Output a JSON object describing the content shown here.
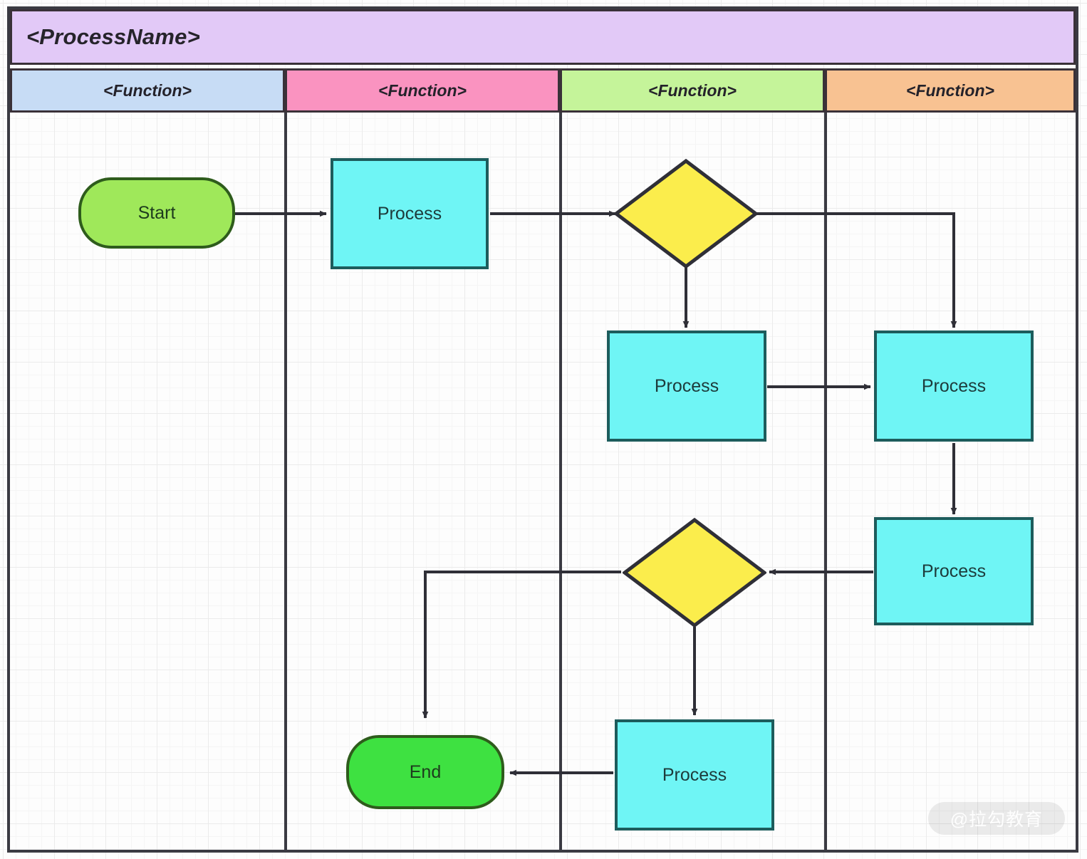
{
  "header": {
    "process_name": "<ProcessName>",
    "process_band_color": "#e2c9f7",
    "functions": [
      {
        "label": "<Function>",
        "color": "#c7dcf5"
      },
      {
        "label": "<Function>",
        "color": "#fa93c0"
      },
      {
        "label": "<Function>",
        "color": "#c5f49a"
      },
      {
        "label": "<Function>",
        "color": "#f8c292"
      }
    ]
  },
  "watermark": {
    "text": "@拉勾教育"
  },
  "palette": {
    "start_fill": "#9fe85a",
    "end_fill": "#3ee141",
    "process_fill": "#6ff5f5",
    "decision_fill": "#fbed4c",
    "line": "#2f2f37",
    "frame": "#3a3a42"
  },
  "chart_data": {
    "type": "diagram",
    "subtype": "swimlane-flowchart",
    "lanes": [
      {
        "id": "lane1",
        "label": "<Function>",
        "color": "#c7dcf5"
      },
      {
        "id": "lane2",
        "label": "<Function>",
        "color": "#fa93c0"
      },
      {
        "id": "lane3",
        "label": "<Function>",
        "color": "#c5f49a"
      },
      {
        "id": "lane4",
        "label": "<Function>",
        "color": "#f8c292"
      }
    ],
    "nodes": [
      {
        "id": "start",
        "label": "Start",
        "shape": "terminator",
        "lane": "lane1"
      },
      {
        "id": "proc1",
        "label": "Process",
        "shape": "rectangle",
        "lane": "lane2"
      },
      {
        "id": "dec1",
        "label": "",
        "shape": "diamond",
        "lane": "lane3"
      },
      {
        "id": "proc2",
        "label": "Process",
        "shape": "rectangle",
        "lane": "lane3"
      },
      {
        "id": "proc3",
        "label": "Process",
        "shape": "rectangle",
        "lane": "lane4"
      },
      {
        "id": "proc4",
        "label": "Process",
        "shape": "rectangle",
        "lane": "lane4"
      },
      {
        "id": "dec2",
        "label": "",
        "shape": "diamond",
        "lane": "lane3"
      },
      {
        "id": "proc5",
        "label": "Process",
        "shape": "rectangle",
        "lane": "lane3"
      },
      {
        "id": "end",
        "label": "End",
        "shape": "terminator",
        "lane": "lane2"
      }
    ],
    "edges": [
      {
        "from": "start",
        "to": "proc1",
        "label": ""
      },
      {
        "from": "proc1",
        "to": "dec1",
        "label": ""
      },
      {
        "from": "dec1",
        "to": "proc2",
        "label": ""
      },
      {
        "from": "dec1",
        "to": "proc3",
        "label": ""
      },
      {
        "from": "proc2",
        "to": "proc3",
        "label": ""
      },
      {
        "from": "proc3",
        "to": "proc4",
        "label": ""
      },
      {
        "from": "proc4",
        "to": "dec2",
        "label": ""
      },
      {
        "from": "dec2",
        "to": "end",
        "label": ""
      },
      {
        "from": "dec2",
        "to": "proc5",
        "label": ""
      },
      {
        "from": "proc5",
        "to": "end",
        "label": ""
      }
    ]
  },
  "nodes": {
    "start": {
      "label": "Start"
    },
    "proc1": {
      "label": "Process"
    },
    "proc2": {
      "label": "Process"
    },
    "proc3": {
      "label": "Process"
    },
    "proc4": {
      "label": "Process"
    },
    "proc5": {
      "label": "Process"
    },
    "end": {
      "label": "End"
    }
  }
}
